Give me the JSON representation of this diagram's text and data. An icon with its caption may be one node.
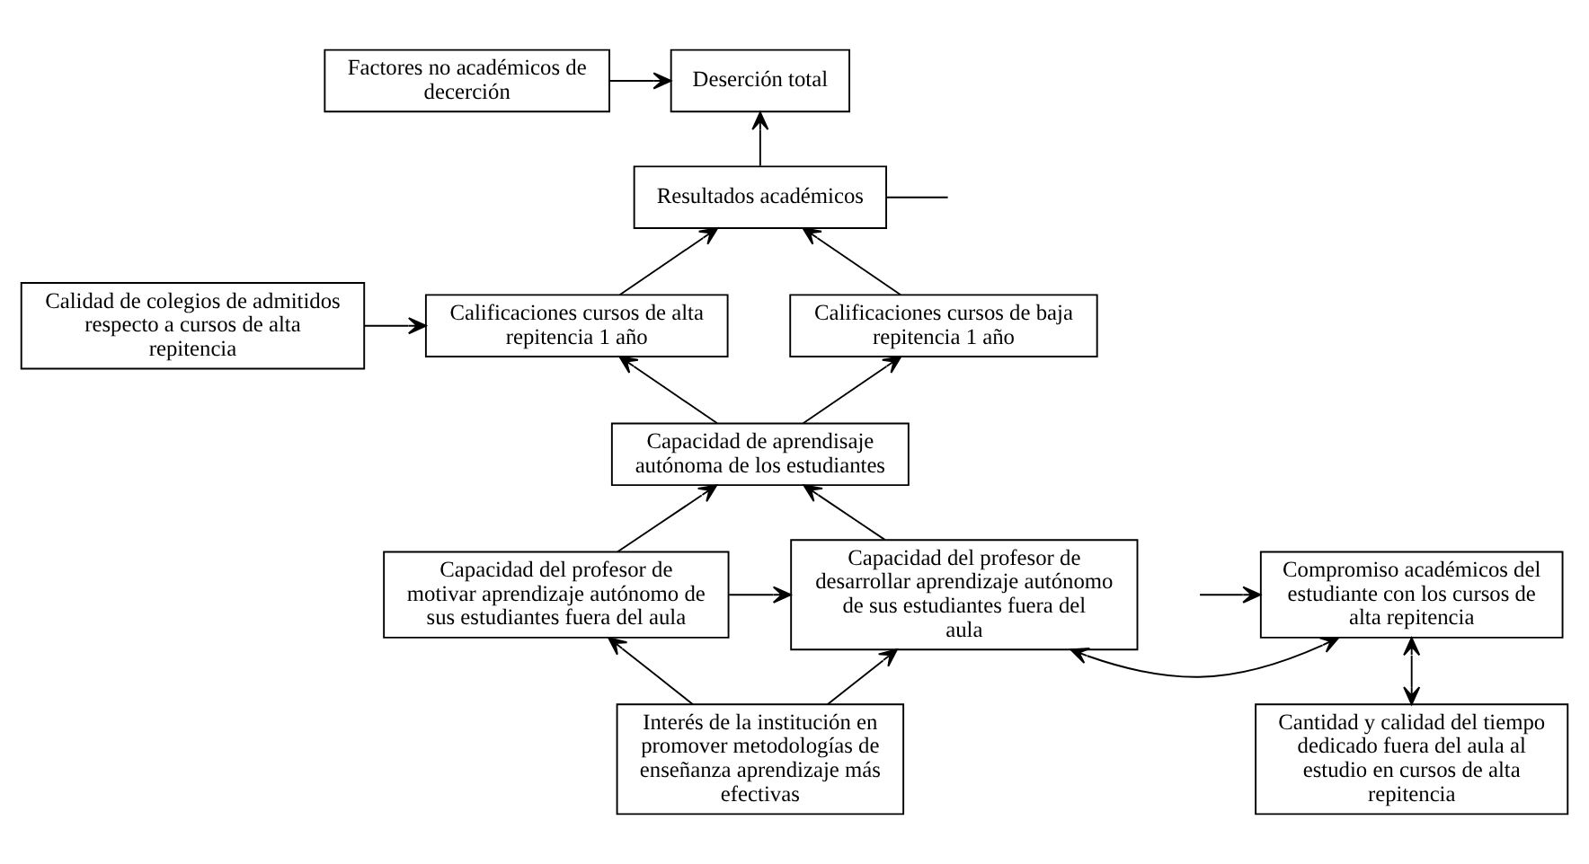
{
  "diagram": {
    "nodes": [
      {
        "text": [
          "Deserción total"
        ]
      },
      {
        "text": [
          "Factores no académicos de decerción"
        ]
      },
      {
        "text": [
          "Resultados académicos"
        ]
      },
      {
        "text": [
          "Calificaciones cursos de baja repitencia 1 año"
        ]
      },
      {
        "text": [
          "Calificaciones cursos de alta repitencia 1 año"
        ]
      },
      {
        "text": [
          "Calidad de colegios de admitidos respecto a cursos de alta repitencia"
        ]
      },
      {
        "text": [
          "Capacidad de aprendisaje autónoma de los estudiantes"
        ]
      },
      {
        "text": [
          "Capacidad del profesor de motivar aprendizaje autónomo de sus estudiantes fuera del aula"
        ]
      },
      {
        "text": [
          "Capacidad del profesor de desarrollar aprendizaje autónomo de sus estudiantes fuera del aula"
        ]
      },
      {
        "text": [
          "Compromiso académicos del estudiante con los cursos de alta repitencia"
        ]
      },
      {
        "text": [
          "Interés de la institución en promover metodologías de enseñanza aprendizaje más efectivas"
        ]
      },
      {
        "text": [
          "Cantidad y calidad del tiempo dedicado fuera del aula al estudio en cursos de alta repitencia"
        ]
      }
    ],
    "edges": [
      {
        "from": 1,
        "to": 0,
        "arrow": "to"
      },
      {
        "from": 2,
        "to": 0,
        "arrow": "to"
      },
      {
        "from": 2,
        "to": null,
        "arrow": "none"
      },
      {
        "from": 3,
        "to": 2,
        "arrow": "to"
      },
      {
        "from": 4,
        "to": 2,
        "arrow": "to"
      },
      {
        "from": 5,
        "to": 4,
        "arrow": "to"
      },
      {
        "from": 6,
        "to": 3,
        "arrow": "to"
      },
      {
        "from": 6,
        "to": 4,
        "arrow": "to"
      },
      {
        "from": 7,
        "to": 6,
        "arrow": "to"
      },
      {
        "from": 8,
        "to": 6,
        "arrow": "to"
      },
      {
        "from": 7,
        "to": 8,
        "arrow": "to"
      },
      {
        "from": 8,
        "to": 9,
        "arrow": "both"
      },
      {
        "from": null,
        "to": 9,
        "arrow": "to"
      },
      {
        "from": 10,
        "to": 7,
        "arrow": "to"
      },
      {
        "from": 10,
        "to": 8,
        "arrow": "to"
      },
      {
        "from": 11,
        "to": 9,
        "arrow": "both"
      }
    ]
  }
}
